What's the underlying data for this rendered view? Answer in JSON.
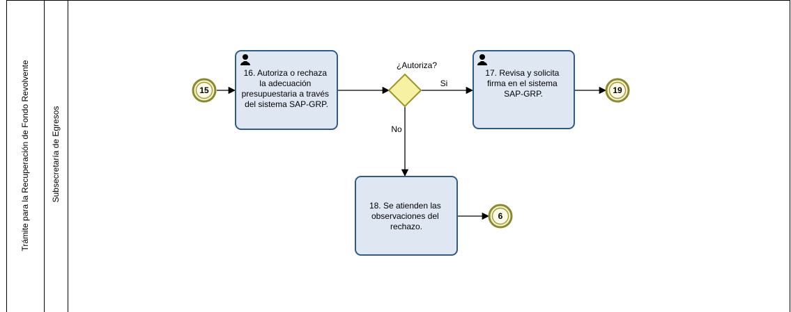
{
  "pool": {
    "label": "Trámite para la Recuperación de Fondo Revolvente"
  },
  "lane": {
    "label": "Subsecretaría de Egresos"
  },
  "events": {
    "start": "15",
    "end_top": "19",
    "end_bottom": "6"
  },
  "tasks": {
    "t16": [
      "16. Autoriza o rechaza",
      "la adecuación",
      "presupuestaria a través",
      "del sistema SAP-GRP."
    ],
    "t17": [
      "17. Revisa y solicita",
      "firma en el sistema",
      "SAP-GRP."
    ],
    "t18": [
      "18. Se atienden las",
      "observaciones del",
      "rechazo."
    ]
  },
  "gateway": {
    "question": "¿Autoriza?"
  },
  "flows": {
    "yes": "Si",
    "no": "No"
  },
  "icons": {
    "task_type": "user-icon",
    "arrow": "arrowhead"
  },
  "colors": {
    "task_fill": "#dfe7f2",
    "task_stroke": "#2f5a8a",
    "event_fill": "#f3f0cf",
    "event_stroke": "#8a8a2a",
    "gateway_fill": "#f7f1a4",
    "gateway_stroke": "#9b9427"
  }
}
